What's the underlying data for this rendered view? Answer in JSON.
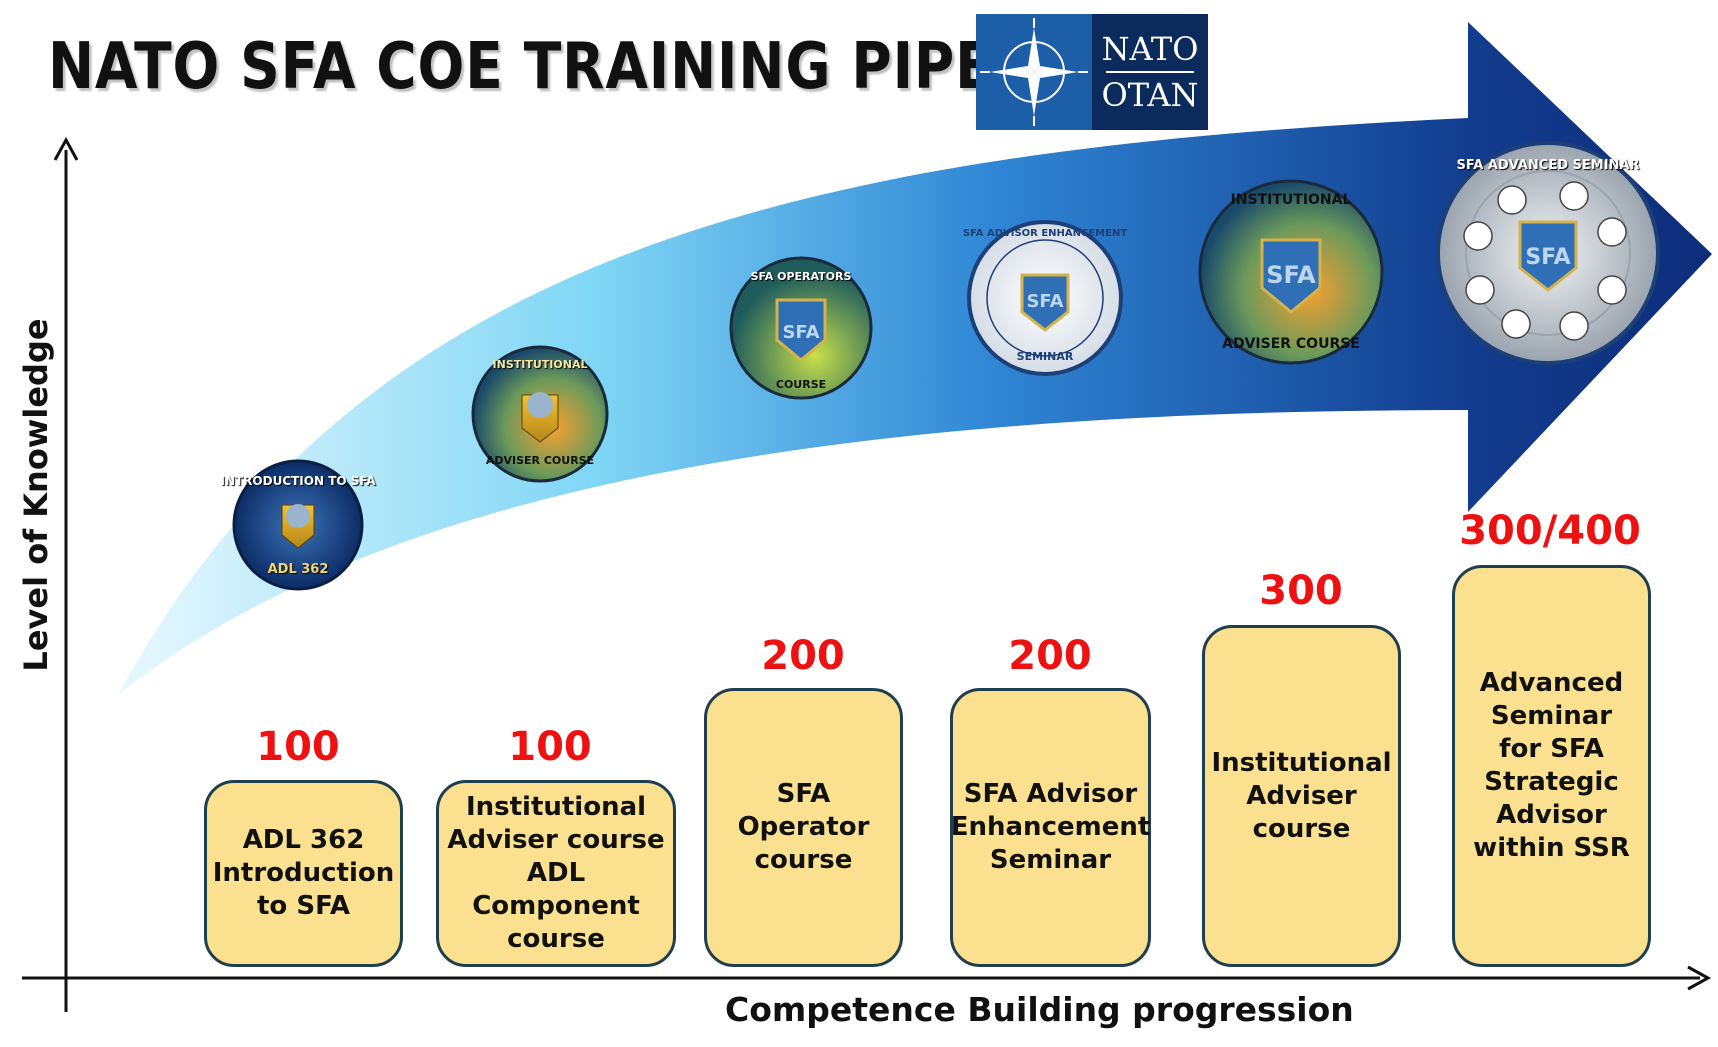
{
  "title": "NATO SFA COE TRAINING PIPELINE",
  "logo": {
    "line1": "NATO",
    "line2": "OTAN"
  },
  "axes": {
    "y_label": "Level of Knowledge",
    "x_label": "Competence Building progression"
  },
  "courses": [
    {
      "level": "100",
      "name": "ADL 362\nIntroduction\nto SFA",
      "badge_top": "INTRODUCTION TO SFA",
      "badge_bottom": "ADL 362"
    },
    {
      "level": "100",
      "name": "Institutional\nAdviser course\nADL Component\ncourse",
      "badge_top": "INSTITUTIONAL",
      "badge_bottom": "ADVISER COURSE"
    },
    {
      "level": "200",
      "name": "SFA\nOperator\ncourse",
      "badge_top": "SFA OPERATORS",
      "badge_bottom": "COURSE"
    },
    {
      "level": "200",
      "name": "SFA Advisor\nEnhancement\nSeminar",
      "badge_top": "SFA ADVISOR ENHANCEMENT",
      "badge_bottom": "SEMINAR"
    },
    {
      "level": "300",
      "name": "Institutional\nAdviser\ncourse",
      "badge_top": "INSTITUTIONAL",
      "badge_bottom": "ADVISER COURSE"
    },
    {
      "level": "300/400",
      "name": "Advanced\nSeminar\nfor SFA\nStrategic\nAdvisor\nwithin SSR",
      "badge_top": "SFA ADVANCED SEMINAR",
      "badge_bottom": ""
    }
  ],
  "colors": {
    "level_red": "#ee1111",
    "box_fill": "#fbe08f",
    "arrow_dark": "#0d2d7a",
    "arrow_light": "#8fdcf5"
  }
}
